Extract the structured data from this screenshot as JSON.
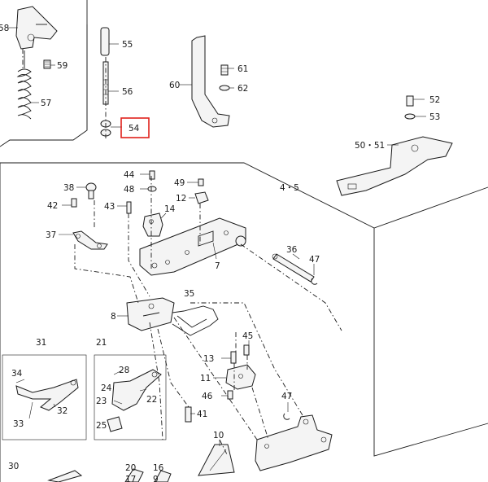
{
  "callouts": {
    "p58": "58",
    "p59": "59",
    "p57": "57",
    "p55": "55",
    "p56": "56",
    "p54": "54",
    "p60": "60",
    "p61": "61",
    "p62": "62",
    "p52": "52",
    "p53": "53",
    "p50_51": "50・51",
    "p44": "44",
    "p48": "48",
    "p49": "49",
    "p12": "12",
    "p4_5": "4・5",
    "p38": "38",
    "p42": "42",
    "p43": "43",
    "p14": "14",
    "p37": "37",
    "p36": "36",
    "p47a": "47",
    "p7": "7",
    "p35": "35",
    "p8": "8",
    "p31": "31",
    "p21": "21",
    "p45": "45",
    "p13": "13",
    "p11": "11",
    "p46": "46",
    "p47b": "47",
    "p34": "34",
    "p28": "28",
    "p24": "24",
    "p32": "32",
    "p23": "23",
    "p22": "22",
    "p33": "33",
    "p25": "25",
    "p41": "41",
    "p10": "10",
    "p30": "30",
    "p20": "20",
    "p16": "16",
    "p17": "17",
    "p9": "9"
  },
  "highlight": {
    "part": "54",
    "color": "#e0211b"
  }
}
